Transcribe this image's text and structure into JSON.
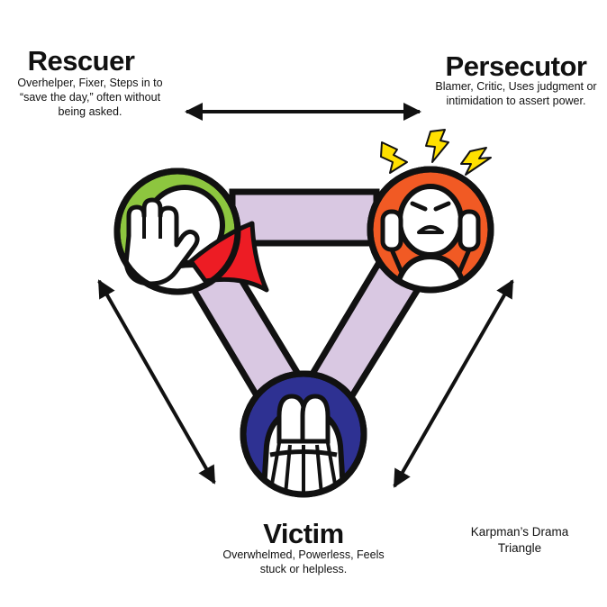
{
  "rescuer": {
    "title": "Rescuer",
    "description": "Overhelper, Fixer, Steps in to “save the day,” often without being asked.",
    "color": "#8dc63f",
    "cape_color": "#ed1c24"
  },
  "persecutor": {
    "title": "Persecutor",
    "description": "Blamer, Critic, Uses judgment or intimidation to assert power.",
    "color": "#f15a24",
    "bolt_color": "#ffe000"
  },
  "victim": {
    "title": "Victim",
    "description": "Overwhelmed, Powerless, Feels stuck or helpless.",
    "color": "#2e3192"
  },
  "caption": "Karpman’s Drama Triangle",
  "connector_color": "#d9c8e2",
  "icons": [
    "rescuer-hand-icon",
    "rescuer-cape-icon",
    "persecutor-angry-face-icon",
    "lightning-bolt-icon",
    "victim-hugging-knees-icon",
    "double-arrow-icon"
  ]
}
